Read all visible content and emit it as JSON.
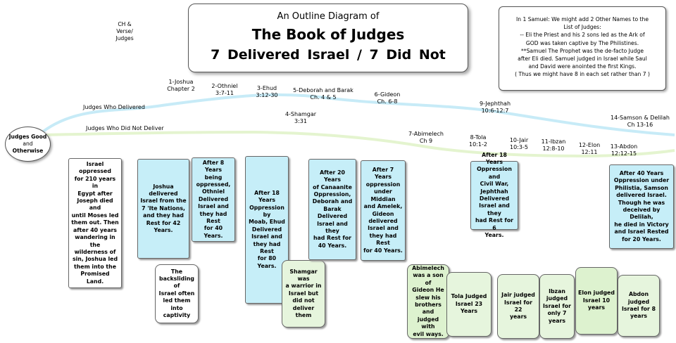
{
  "corner_label": [
    "CH &",
    "Verse/",
    "Judges"
  ],
  "title": {
    "line1": "An Outline Diagram of",
    "line2": "The Book of Judges",
    "line3": "7 Delivered Israel  /  7 Did Not"
  },
  "note": [
    "In 1 Samuel:  We might add 2 Other Names to the",
    "List of Judges:",
    "-- Eli the Priest and his 2 sons led as the Ark of",
    "GOD was taken captive by The Philistines.",
    "**Samuel The Prophet was the de-facto Judge",
    "after Eli died. Samuel judged in Israel while Saul",
    "and David were anointed the first Kings.",
    "( Thus we might have 8 in each set rather than 7 )"
  ],
  "root": [
    "Judges Good",
    "and",
    "Otherwise"
  ],
  "branches": {
    "delivered": "Judges Who Delivered",
    "not_delivered": "Judges Who Did Not Deliver"
  },
  "judges": {
    "joshua": [
      "1-Joshua",
      "Chapter 2"
    ],
    "othniel": [
      "2-Othniel",
      "3:7-11"
    ],
    "ehud": [
      "3-Ehud",
      "3:12-30"
    ],
    "deborah": [
      "5-Deborah and Barak",
      "Ch. 4 & 5"
    ],
    "gideon": [
      "6-Gideon",
      "Ch. 6-8"
    ],
    "jephthah": [
      "9-Jephthah",
      "10:6-12:7"
    ],
    "samson": [
      "14-Samson & Delilah",
      "Ch 13-16"
    ],
    "shamgar": [
      "4-Shamgar",
      "3:31"
    ],
    "abimelech": [
      "7-Abimelech",
      "Ch 9"
    ],
    "tola": [
      "8-Tola",
      "10:1-2"
    ],
    "jair": [
      "10-Jair",
      "10:3-5"
    ],
    "ibzan": [
      "11-Ibzan",
      "12:8-10"
    ],
    "elon": [
      "12-Elon",
      "12:11"
    ],
    "abdon": [
      "13-Abdon",
      "12:12-15"
    ]
  },
  "boxes": {
    "intro": [
      "Israel oppressed",
      "for 210 years in",
      "Egypt after",
      "Joseph died and",
      "until Moses led",
      "them out.  Then",
      "after 40 years",
      "wandering in the",
      "wilderness of",
      "sin, Joshua led",
      "them into the",
      "Promised Land."
    ],
    "joshua": [
      "Joshua delivered",
      "Israel from the",
      "7 'Ite Nations,",
      "and they had",
      "Rest for 42",
      "Years."
    ],
    "backsliding": [
      "The",
      "backsliding of",
      "Israel often",
      "led them into",
      "captivity"
    ],
    "othniel": [
      "After 8 Years",
      "being",
      "oppressed,",
      "Othniel",
      "Delivered",
      "Israel and",
      "they had Rest",
      "for 40 Years."
    ],
    "ehud": [
      "After 18",
      "Years",
      "Oppression by",
      "Moab, Ehud",
      "Delivered",
      "Israel and",
      "they had Rest",
      "for 80 Years."
    ],
    "shamgar": [
      "Shamgar was",
      "a warrior in",
      "Israel but",
      "did not",
      "deliver them"
    ],
    "deborah": [
      "After 20 Years",
      "of Canaanite",
      "Oppression,",
      "Deborah and",
      "Barak Delivered",
      "Israel and they",
      "had Rest for",
      "40 Years."
    ],
    "gideon": [
      "After 7 Years",
      "oppression",
      "under Middian",
      "and Amelek,",
      "Gideon",
      "delivered",
      "Israel and",
      "they had Rest",
      "for 40 Years."
    ],
    "jephthah": [
      "After 18 Years",
      "Oppression and",
      "Civil War,",
      "Jephthah",
      "Delivered",
      "Israel and they",
      "had Rest for 6",
      "Years."
    ],
    "samson": [
      "After 40 Years",
      "Oppression under",
      "Philistia, Samson",
      "delivered Israel.",
      "Though he was",
      "deceived by Delilah,",
      "he died in Victory",
      "and Israel Rested",
      "for 20 Years."
    ],
    "abimelech": [
      "Abimelech",
      "was a son of",
      "Gideon He",
      "slew  his",
      "brothers and",
      "judged with",
      "evil ways."
    ],
    "tola": [
      "Tola Judged",
      "Israel 23",
      "Years"
    ],
    "jair": [
      "Jair judged",
      "Israel for 22",
      "years"
    ],
    "ibzan": [
      "Ibzan",
      "judged",
      "Israel for",
      "only 7",
      "years"
    ],
    "elon": [
      "Elon judged",
      "Israel 10",
      "years"
    ],
    "abdon": [
      "Abdon",
      "judged",
      "Israel for 8",
      "years"
    ]
  },
  "colors": {
    "delivered_box": "#c6eef8",
    "not_delivered_box": "#ddf2cf",
    "delivered_branch": "#b9e6f5",
    "not_delivered_branch": "#dff3c5"
  }
}
